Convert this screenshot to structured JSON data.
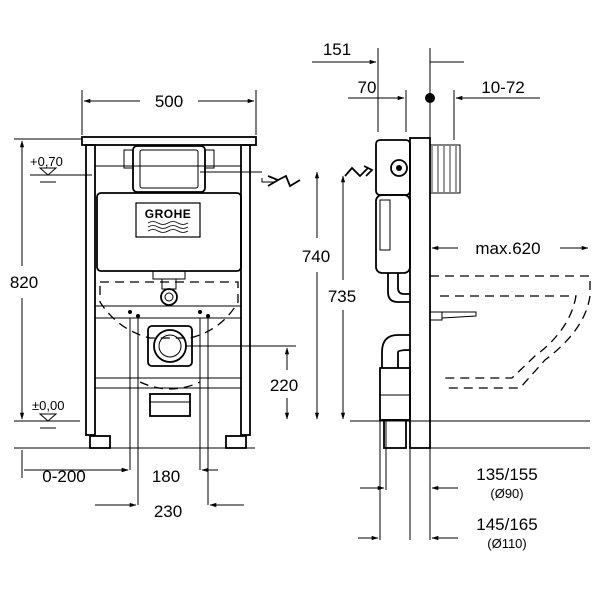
{
  "brand": "GROHE",
  "front_view": {
    "width_label": "500",
    "height_label": "820",
    "top_level_label": "+0,70",
    "floor_level_label": "±0,00",
    "height_740_label": "740",
    "height_735_label": "735",
    "height_220_label": "220",
    "offset_label": "0-200",
    "spacing_180_label": "180",
    "spacing_230_label": "230"
  },
  "side_view": {
    "depth_151_label": "151",
    "depth_70_label": "70",
    "wall_range_label": "10-72",
    "max_projection_label": "max.620",
    "dim_135_label": "135/155",
    "dia_90_label": "(Ø90)",
    "dim_145_label": "145/165",
    "dia_110_label": "(Ø110)"
  }
}
